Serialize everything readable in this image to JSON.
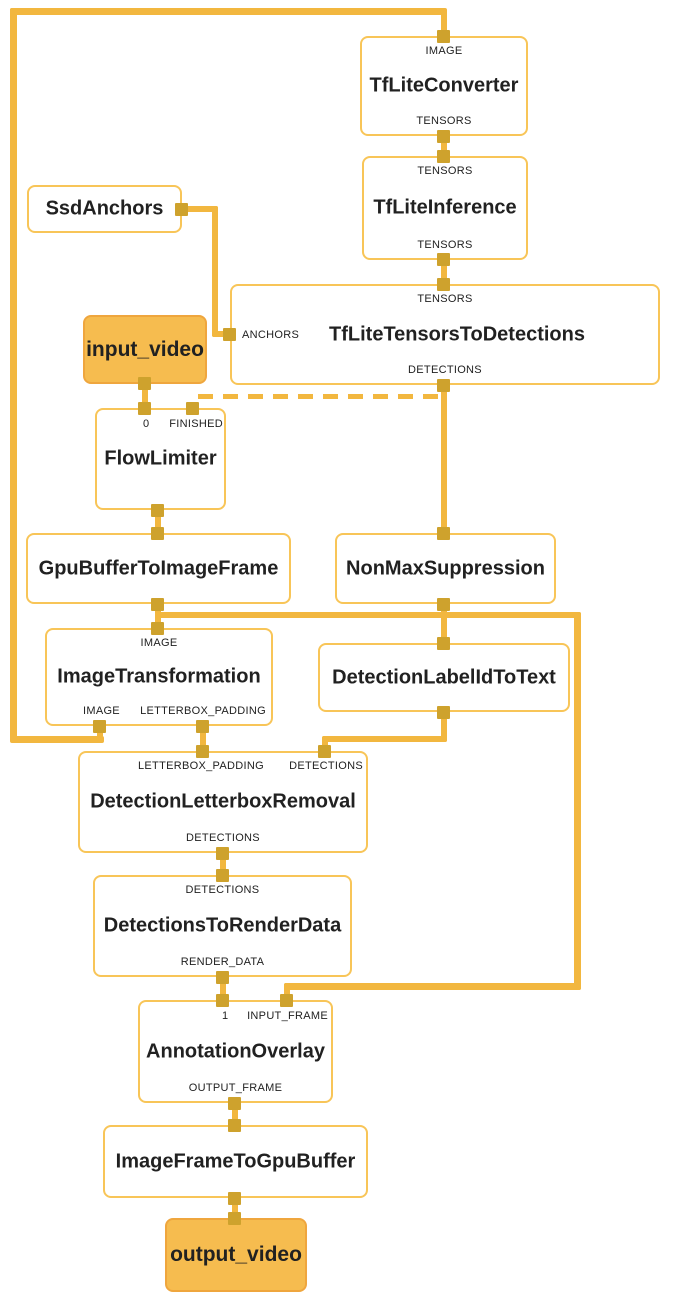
{
  "diagram": {
    "type": "dataflow-graph",
    "colors": {
      "edge": "#F2B73F",
      "port": "#CEA22D",
      "node_border": "#F8C558",
      "stream_node_fill": "#F6BC4F",
      "stream_node_border": "#EFA63E",
      "text": "#212121",
      "background": "#FFFFFF"
    }
  },
  "nodes": {
    "tflite_converter": {
      "title": "TfLiteConverter",
      "ports": {
        "in_top": "IMAGE",
        "out_bottom": "TENSORS"
      }
    },
    "tflite_inference": {
      "title": "TfLiteInference",
      "ports": {
        "in_top": "TENSORS",
        "out_bottom": "TENSORS"
      }
    },
    "tflite_tensors_to_detections": {
      "title": "TfLiteTensorsToDetections",
      "ports": {
        "in_top": "TENSORS",
        "in_left": "ANCHORS",
        "out_bottom": "DETECTIONS"
      }
    },
    "ssd_anchors": {
      "title": "SsdAnchors"
    },
    "input_video": {
      "title": "input_video"
    },
    "flow_limiter": {
      "title": "FlowLimiter",
      "ports": {
        "in1": "0",
        "in2": "FINISHED"
      }
    },
    "gpu_buffer_to_image_frame": {
      "title": "GpuBufferToImageFrame"
    },
    "non_max_suppression": {
      "title": "NonMaxSuppression"
    },
    "image_transformation": {
      "title": "ImageTransformation",
      "ports": {
        "in_top": "IMAGE",
        "out1": "IMAGE",
        "out2": "LETTERBOX_PADDING"
      }
    },
    "detection_label_id_to_text": {
      "title": "DetectionLabelIdToText"
    },
    "detection_letterbox_removal": {
      "title": "DetectionLetterboxRemoval",
      "ports": {
        "in1": "LETTERBOX_PADDING",
        "in2": "DETECTIONS",
        "out_bottom": "DETECTIONS"
      }
    },
    "detections_to_render_data": {
      "title": "DetectionsToRenderData",
      "ports": {
        "in_top": "DETECTIONS",
        "out_bottom": "RENDER_DATA"
      }
    },
    "annotation_overlay": {
      "title": "AnnotationOverlay",
      "ports": {
        "in1": "1",
        "in2": "INPUT_FRAME",
        "out_bottom": "OUTPUT_FRAME"
      }
    },
    "image_frame_to_gpu_buffer": {
      "title": "ImageFrameToGpuBuffer"
    },
    "output_video": {
      "title": "output_video"
    }
  }
}
